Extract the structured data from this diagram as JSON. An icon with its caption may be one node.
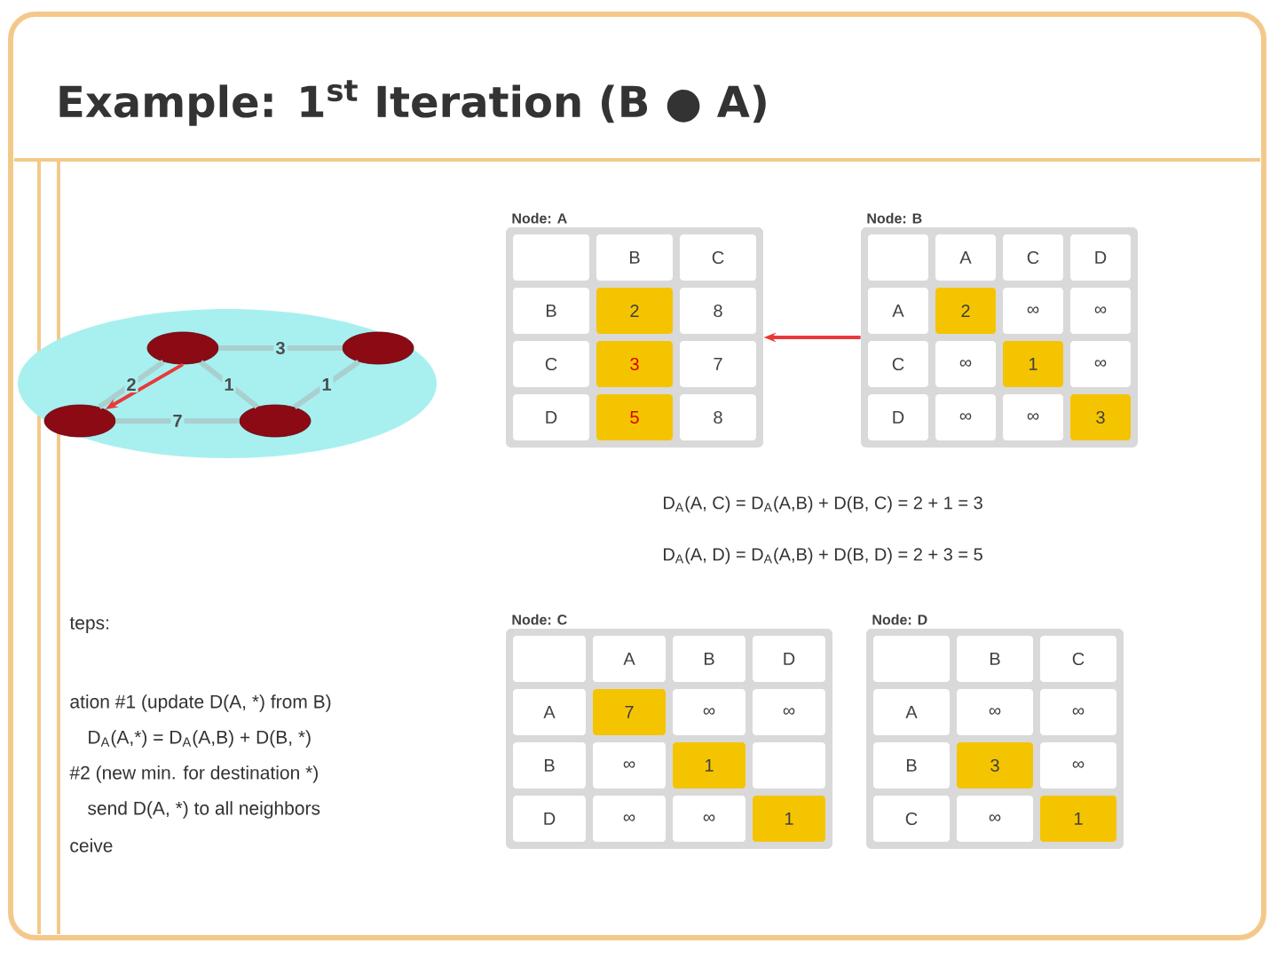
{
  "diagram": {
    "title": "Example: 1$^{st}$ Iteration (B ● A)",
    "nodes": [
      {
        "text": [],
        "shape": "ellipse"
      },
      {
        "text": [],
        "shape": "ellipse"
      },
      {
        "text": [],
        "shape": "ellipse"
      },
      {
        "text": [],
        "shape": "ellipse"
      },
      {
        "text": [
          "Node: A",
          "B",
          "C",
          "B",
          "2",
          "8",
          "C",
          "3",
          "7",
          "D",
          "5",
          "8"
        ]
      },
      {
        "text": [
          "Node: B",
          "A",
          "C",
          "D",
          "A",
          "2",
          "∞",
          "∞",
          "C",
          "∞",
          "1",
          "∞",
          "D",
          "∞",
          "∞",
          "3"
        ]
      },
      {
        "text": [
          "Node: C",
          "A",
          "B",
          "D",
          "A",
          "7",
          "∞",
          "∞",
          "B",
          "∞",
          "1",
          "D",
          "∞",
          "∞",
          "1"
        ]
      },
      {
        "text": [
          "Node: D",
          "B",
          "C",
          "A",
          "∞",
          "∞",
          "B",
          "3",
          "∞",
          "C",
          "∞",
          "1"
        ]
      }
    ],
    "edges": [
      {
        "from": 0,
        "to": 1,
        "arrow": "none",
        "label": "2"
      },
      {
        "from": 1,
        "to": 3,
        "arrow": "none",
        "label": "3"
      },
      {
        "from": 1,
        "to": 2,
        "arrow": "none",
        "label": "1"
      },
      {
        "from": 2,
        "to": 3,
        "arrow": "none",
        "label": "1"
      },
      {
        "from": 0,
        "to": 2,
        "arrow": "none",
        "label": "7"
      },
      {
        "from": 1,
        "to": 0,
        "arrow": "to",
        "color": "#e83a3a"
      },
      {
        "from": 5,
        "to": 4,
        "arrow": "to",
        "color": "#e83a3a"
      }
    ],
    "labels": [
      "D$_{A}$(A, C) = D$_{A}$(A,B) + D(B, C) = 2 + 1 = 3",
      "D$_{A}$(A, D) = D$_{A}$(A,B) + D(B, D) = 2 + 3 = 5",
      "teps:",
      "ation #1 (update D(A, *) from B)",
      "D$_{A}$(A,*) = D$_{A}$(A,B) + D(B, *)",
      "#2 (new min. for destination *)",
      "send D(A, *) to all neighbors",
      "ceive"
    ]
  }
}
